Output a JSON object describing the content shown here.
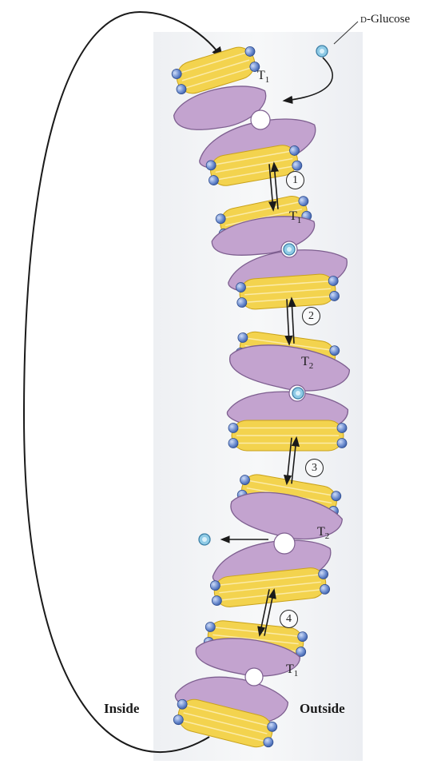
{
  "glucose": {
    "prefix": "D",
    "name": "-Glucose"
  },
  "states": {
    "s1": {
      "letter": "T",
      "sub": "1"
    },
    "s2": {
      "letter": "T",
      "sub": "1"
    },
    "s3": {
      "letter": "T",
      "sub": "2"
    },
    "s4": {
      "letter": "T",
      "sub": "2"
    },
    "s5": {
      "letter": "T",
      "sub": "1"
    }
  },
  "steps": [
    "1",
    "2",
    "3",
    "4"
  ],
  "sides": {
    "inside": "Inside",
    "outside": "Outside"
  },
  "colors": {
    "membrane_band": "#f1f2f4",
    "protein": "#c3a3cf",
    "protein_edge": "#7e5f90",
    "helix": "#f3d34e",
    "helix_edge": "#c9a21a",
    "lipid_head": "#6f8fd1",
    "glucose": "#8fcbe6"
  }
}
